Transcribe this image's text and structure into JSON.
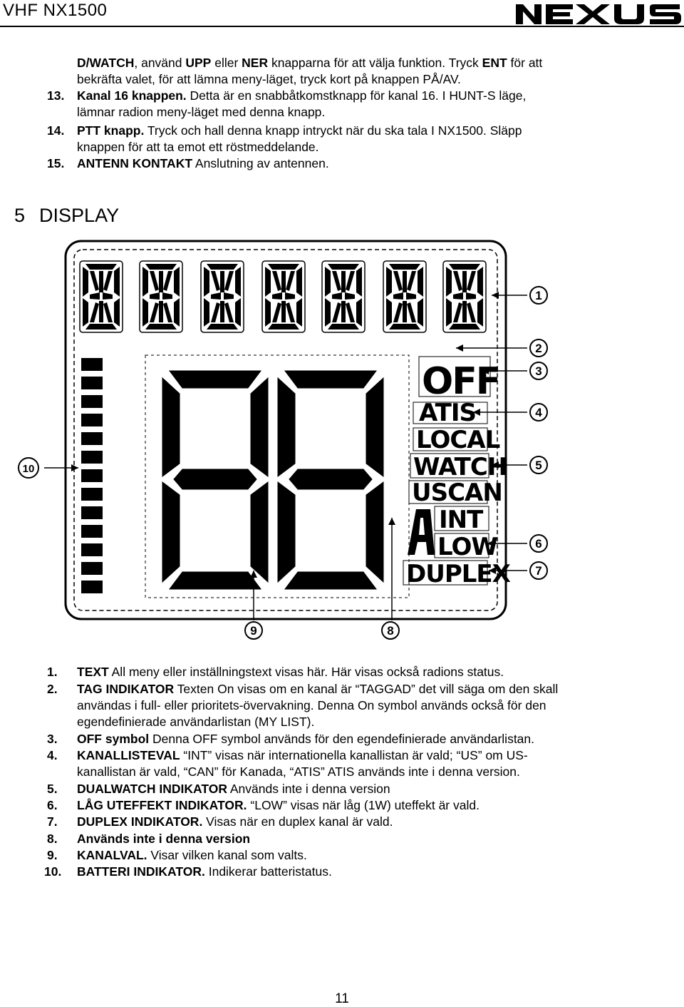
{
  "header": {
    "title": "VHF NX1500",
    "logo": "NEXUS"
  },
  "intro": {
    "line1": [
      "D/WATCH",
      ", använd ",
      "UPP",
      " eller ",
      "NER",
      " knapparna för att välja funktion. Tryck ",
      "ENT",
      " för att"
    ],
    "line2": "bekräfta valet, för att lämna meny-läget, tryck kort på knappen PÅ/AV."
  },
  "items_top": [
    {
      "num": "13.",
      "bold": "Kanal 16 knappen.",
      "text": " Detta är en snabbåtkomstknapp för kanal 16. I HUNT-S läge,",
      "cont": "lämnar radion meny-läget med denna knapp."
    },
    {
      "num": "14.",
      "bold": "PTT knapp.",
      "text": " Tryck och hall denna knapp intryckt när du ska tala I NX1500. Släpp",
      "cont": "knappen för att ta emot ett röstmeddelande."
    },
    {
      "num": "15.",
      "bold": "ANTENN KONTAKT",
      "text": " Anslutning av antennen.",
      "cont": ""
    }
  ],
  "section": {
    "number": "5",
    "title": "DISPLAY"
  },
  "display": {
    "segments": [
      "OFF",
      "ATIS",
      "LOCAL",
      "WATCH",
      "USCAN",
      "INT",
      "LOW",
      "DUPLEX"
    ],
    "callouts": [
      "1",
      "2",
      "3",
      "4",
      "5",
      "6",
      "7",
      "8",
      "9",
      "10"
    ]
  },
  "legend": [
    {
      "num": "1.",
      "bold": "TEXT",
      "text": " All meny eller inställningstext visas här. Här visas också radions status."
    },
    {
      "num": "2.",
      "bold": "TAG INDIKATOR",
      "text": " Texten On visas om en kanal är “TAGGAD” det vill säga om den skall",
      "cont1": "användas i full- eller prioritets-övervakning. Denna On symbol används också för den",
      "cont2": "egendefinierade användarlistan (MY LIST)."
    },
    {
      "num": "3.",
      "bold": "OFF symbol",
      "text": " Denna OFF symbol används för den egendefinierade användarlistan."
    },
    {
      "num": "4.",
      "bold": "KANALLISTEVAL",
      "text": " “INT” visas när internationella kanallistan är vald; “US” om US-",
      "cont1": "kanallistan är vald, “CAN” för Kanada, “ATIS” ATIS används inte i denna version."
    },
    {
      "num": "5.",
      "bold": "DUALWATCH INDIKATOR",
      "text": " Används inte i denna version"
    },
    {
      "num": "6.",
      "bold": "LÅG UTEFFEKT INDIKATOR.",
      "text": " “LOW” visas när låg (1W) uteffekt är vald."
    },
    {
      "num": "7.",
      "bold": "DUPLEX INDIKATOR.",
      "text": " Visas när en duplex kanal är vald."
    },
    {
      "num": "8.",
      "bold": "Används inte i denna version",
      "text": ""
    },
    {
      "num": "9.",
      "bold": "KANALVAL.",
      "text": " Visar vilken kanal som valts."
    },
    {
      "num": "10.",
      "bold": "BATTERI INDIKATOR.",
      "text": " Indikerar batteristatus."
    }
  ],
  "footer": {
    "page": "11"
  }
}
